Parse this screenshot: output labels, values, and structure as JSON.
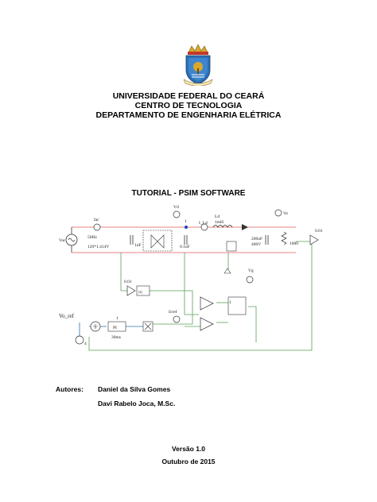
{
  "header": {
    "line1": "UNIVERSIDADE FEDERAL DO CEARÁ",
    "line2": "CENTRO DE TECNOLOGIA",
    "line3": "DEPARTAMENTO DE ENGENHARIA ELÉTRICA"
  },
  "title": "TUTORIAL - PSIM SOFTWARE",
  "circuit": {
    "vac": "Vac",
    "iac": "Iac",
    "freq": "50Hz",
    "amp": "120*1.414V",
    "c1": "1uF",
    "c2": "0.1uF",
    "vd": "Vd",
    "node1": "1",
    "ild": "I_Ld",
    "ld": "Ld",
    "ld_val": "1mH",
    "cout": "200uF",
    "cout_v": "400V",
    "vo": "Vo",
    "rl": "1000",
    "gain_out": "0.01",
    "gain_fb": "0.01",
    "absblk": "|x|",
    "vg": "Vg",
    "vo_ref": "Vo_ref",
    "src4": "4",
    "pi": "PI",
    "pi_num": "1",
    "pi_t": "30ms",
    "icref": "Icref",
    "one": "1"
  },
  "authors": {
    "label": "Autores:",
    "name1": "Daniel da Silva Gomes",
    "name2": "Davi Rabelo Joca, M.Sc."
  },
  "version": "Versão 1.0",
  "date": "Outubro de 2015",
  "colors": {
    "red_wire": "#e05a5a",
    "green_wire": "#5aa05a",
    "blue_shield": "#2d6fb5",
    "gold": "#d9a82a"
  }
}
